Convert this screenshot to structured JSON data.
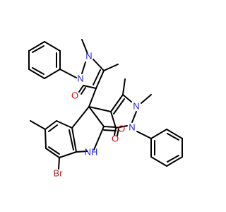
{
  "colors": {
    "background": "#ffffff",
    "bond": "#000000",
    "nitrogen": "#1f1fe6",
    "oxygen": "#e60000",
    "bromine": "#a52a2a",
    "carbon": "#000000"
  },
  "atoms": {
    "n_top_1": "N",
    "n_top_2": "N",
    "o_top": "O",
    "n_right_1": "N",
    "n_right_2": "N",
    "o_right": "O",
    "o_indole": "O",
    "nh_indole": "NH",
    "br": "Br"
  }
}
